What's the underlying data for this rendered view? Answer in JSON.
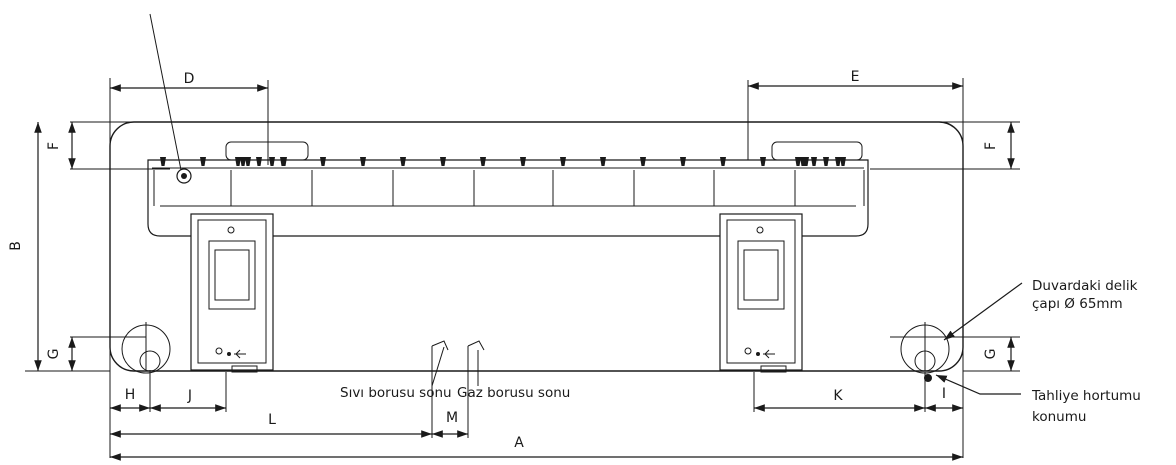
{
  "diagram": {
    "dimension_labels": {
      "A": "A",
      "B": "B",
      "D": "D",
      "E": "E",
      "F": "F",
      "G": "G",
      "H": "H",
      "I": "I",
      "J": "J",
      "K": "K",
      "L": "L",
      "M": "M"
    },
    "annotations": {
      "liquid_pipe_end": "Sıvı borusu sonu",
      "gas_pipe_end": "Gaz borusu sonu",
      "wall_hole_line1": "Duvardaki delik",
      "wall_hole_line2": "çapı Ø 65mm",
      "drain_hose_line1": "Tahliye hortumu",
      "drain_hose_line2": "konumu"
    }
  }
}
